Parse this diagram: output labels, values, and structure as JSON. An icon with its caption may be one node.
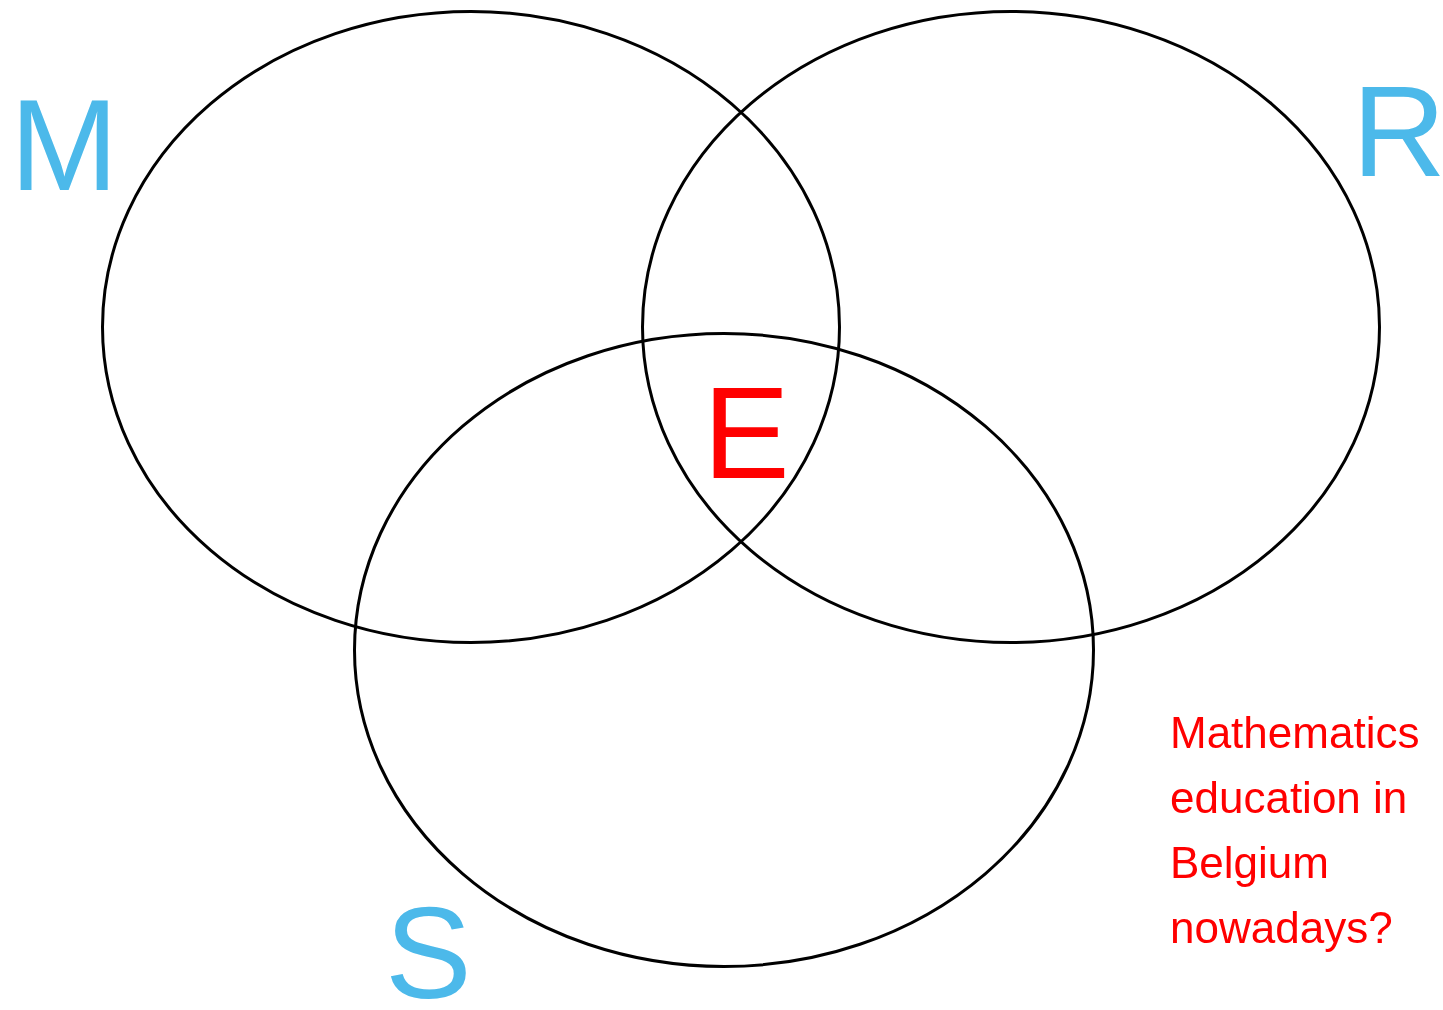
{
  "diagram": {
    "nodes": [
      {
        "text": [
          "M"
        ]
      },
      {
        "text": [
          "R"
        ]
      },
      {
        "text": [
          "S"
        ]
      }
    ],
    "labels": [
      "E",
      "Mathematics education in Belgium nowadays?"
    ]
  }
}
